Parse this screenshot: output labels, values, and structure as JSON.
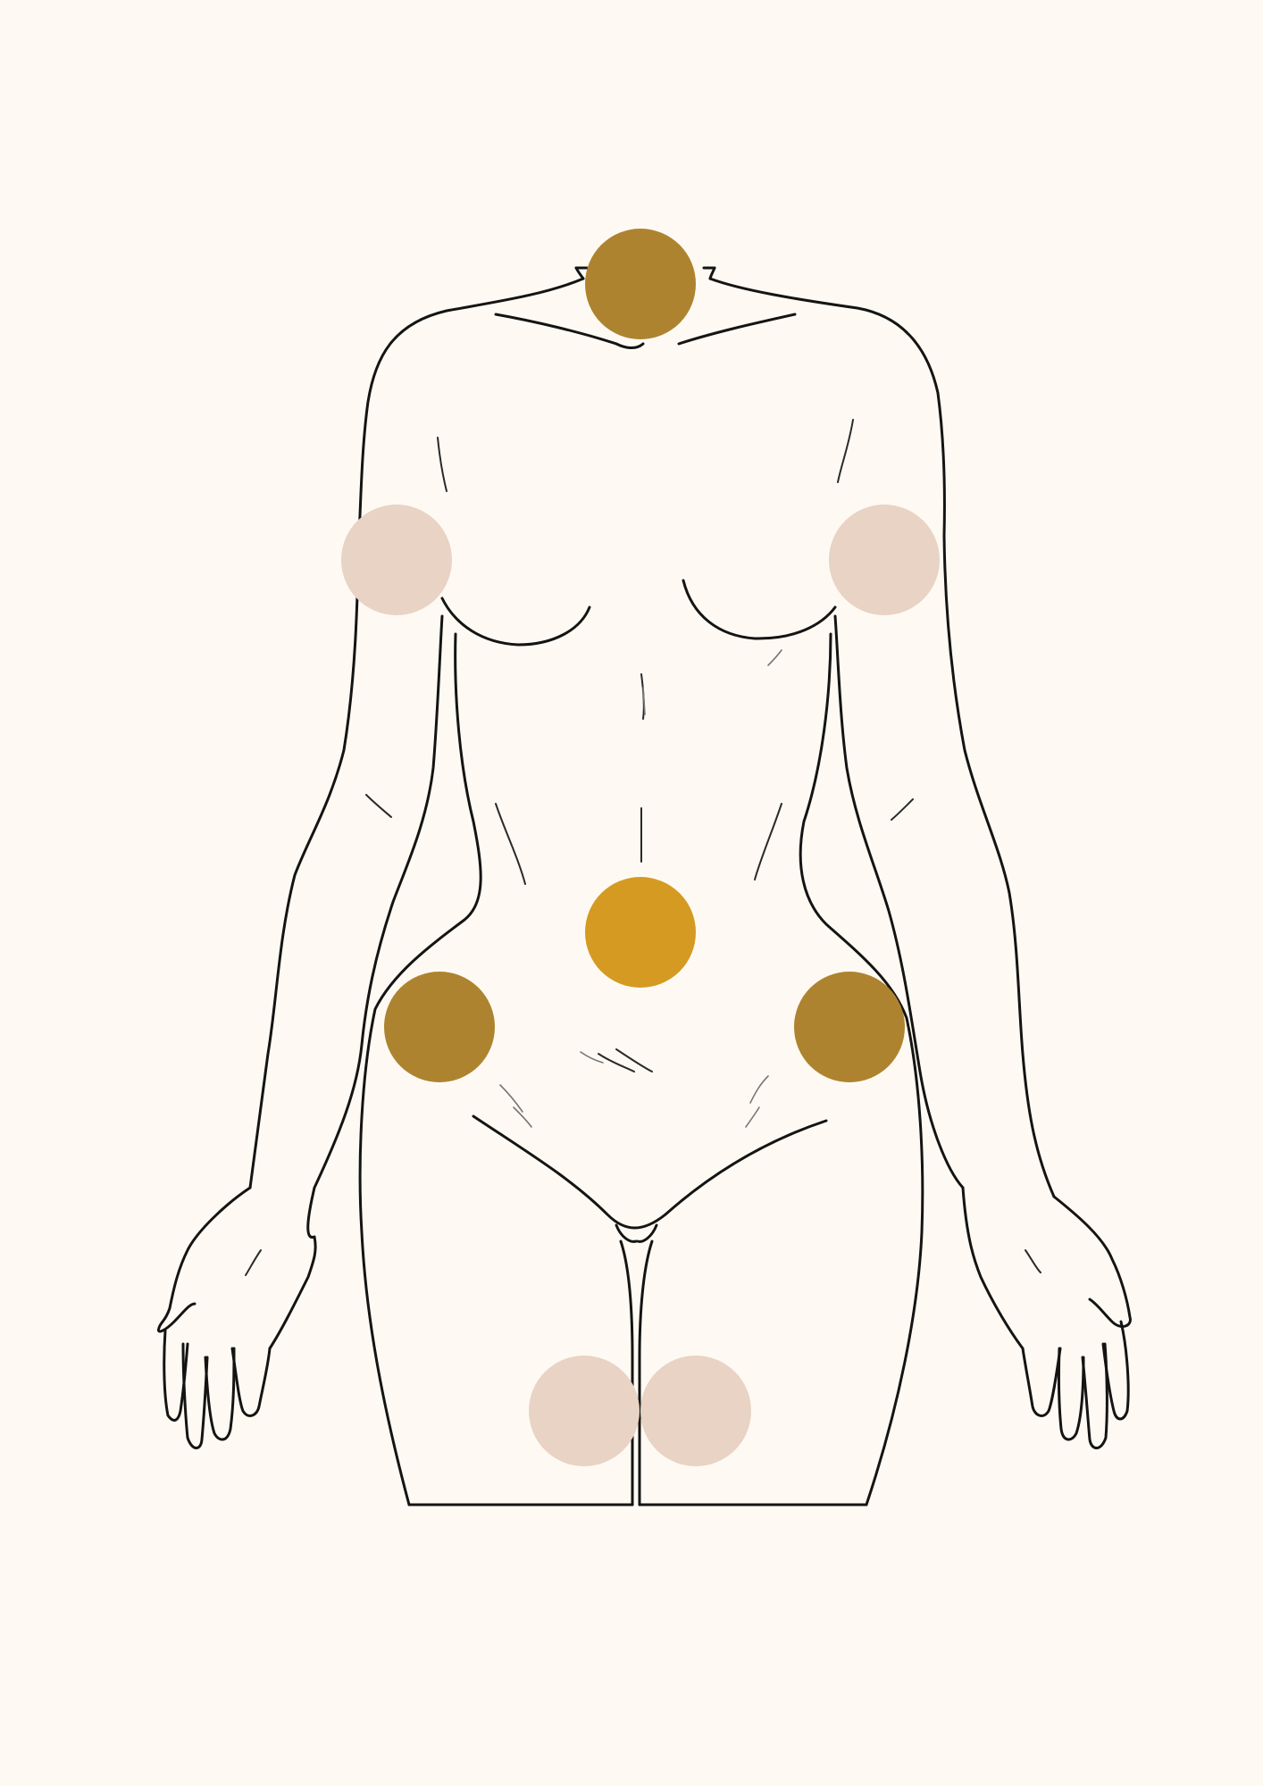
{
  "colors": {
    "background": "#FEFAF3",
    "skin_fill": "#FEFAF3",
    "line": "#141414",
    "dark_gold": "#AE8330",
    "bright_gold": "#D59A22",
    "light_beige": "#E8D3C4"
  },
  "markers": [
    {
      "id": "neck",
      "color_key": "dark_gold"
    },
    {
      "id": "right-arm",
      "color_key": "light_beige"
    },
    {
      "id": "left-arm",
      "color_key": "light_beige"
    },
    {
      "id": "abdomen",
      "color_key": "bright_gold"
    },
    {
      "id": "right-hip",
      "color_key": "dark_gold"
    },
    {
      "id": "left-hip",
      "color_key": "dark_gold"
    },
    {
      "id": "right-thigh",
      "color_key": "light_beige"
    },
    {
      "id": "left-thigh",
      "color_key": "light_beige"
    }
  ]
}
